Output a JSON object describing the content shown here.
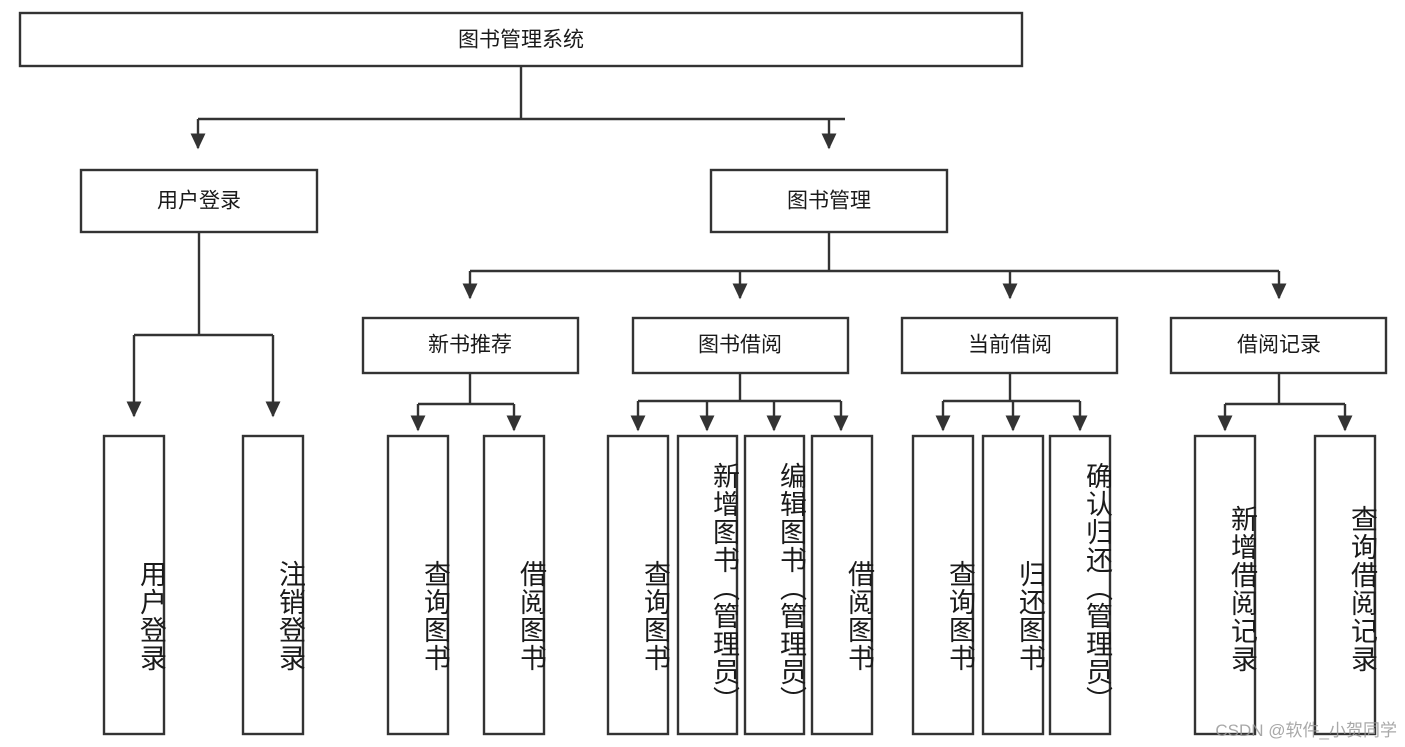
{
  "diagram": {
    "type": "tree-hierarchy",
    "title": "图书管理系统",
    "watermark": "CSDN @软件_小贺同学",
    "colors": {
      "box_stroke": "#333333",
      "box_fill": "#ffffff",
      "text": "#1a1a1a",
      "background": "#ffffff",
      "watermark": "#9a9a9a"
    },
    "root": {
      "label": "图书管理系统"
    },
    "level2": [
      {
        "id": "user-login",
        "label": "用户登录"
      },
      {
        "id": "book-management",
        "label": "图书管理"
      }
    ],
    "level3": [
      {
        "id": "new-book-recommend",
        "label": "新书推荐",
        "parent": "book-management"
      },
      {
        "id": "book-borrow",
        "label": "图书借阅",
        "parent": "book-management"
      },
      {
        "id": "current-borrow",
        "label": "当前借阅",
        "parent": "book-management"
      },
      {
        "id": "borrow-record",
        "label": "借阅记录",
        "parent": "book-management"
      }
    ],
    "leaves": {
      "user-login": [
        {
          "id": "leaf-user-login",
          "label": "用户登录"
        },
        {
          "id": "leaf-logout-login",
          "label": "注销登录"
        }
      ],
      "new-book-recommend": [
        {
          "id": "leaf-query-book-1",
          "label": "查询图书"
        },
        {
          "id": "leaf-borrow-book-1",
          "label": "借阅图书"
        }
      ],
      "book-borrow": [
        {
          "id": "leaf-query-book-2",
          "label": "查询图书"
        },
        {
          "id": "leaf-add-book",
          "label": "新增图书（管理员）"
        },
        {
          "id": "leaf-edit-book",
          "label": "编辑图书（管理员）"
        },
        {
          "id": "leaf-borrow-book-2",
          "label": "借阅图书"
        }
      ],
      "current-borrow": [
        {
          "id": "leaf-query-book-3",
          "label": "查询图书"
        },
        {
          "id": "leaf-return-book",
          "label": "归还图书"
        },
        {
          "id": "leaf-confirm-return",
          "label": "确认归还（管理员）"
        }
      ],
      "borrow-record": [
        {
          "id": "leaf-add-record",
          "label": "新增借阅记录"
        },
        {
          "id": "leaf-query-record",
          "label": "查询借阅记录"
        }
      ]
    }
  }
}
